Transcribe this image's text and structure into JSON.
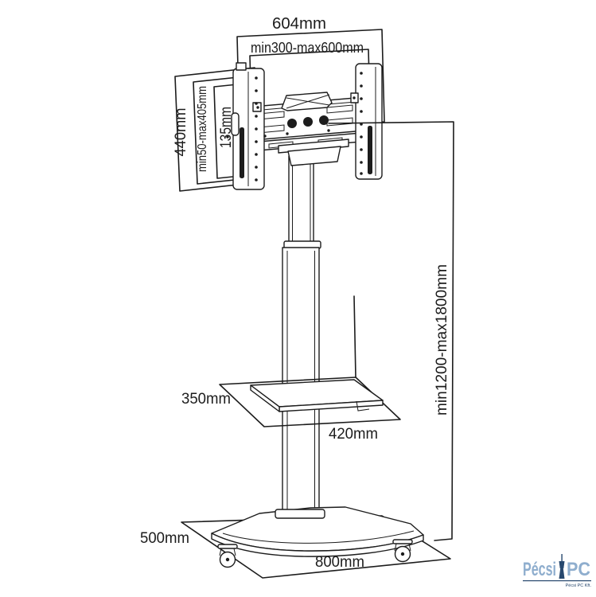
{
  "labels": {
    "top_width": "604mm",
    "mount_width": "min300-max600mm",
    "bracket_height": "440mm",
    "vesa_height": "min50-max405mm",
    "inner_height": "135mm",
    "column_height": "min1200-max1800mm",
    "shelf_depth": "350mm",
    "shelf_width": "420mm",
    "base_depth": "500mm",
    "base_width": "800mm"
  },
  "watermark": {
    "brand_primary": "Pécsi",
    "brand_secondary": "PC",
    "subtext": "Pécsi PC Kft."
  },
  "colors": {
    "line": "#1c1c1c",
    "background": "#ffffff",
    "logo_blue": "#8FAECE",
    "logo_navy": "#27486E"
  }
}
